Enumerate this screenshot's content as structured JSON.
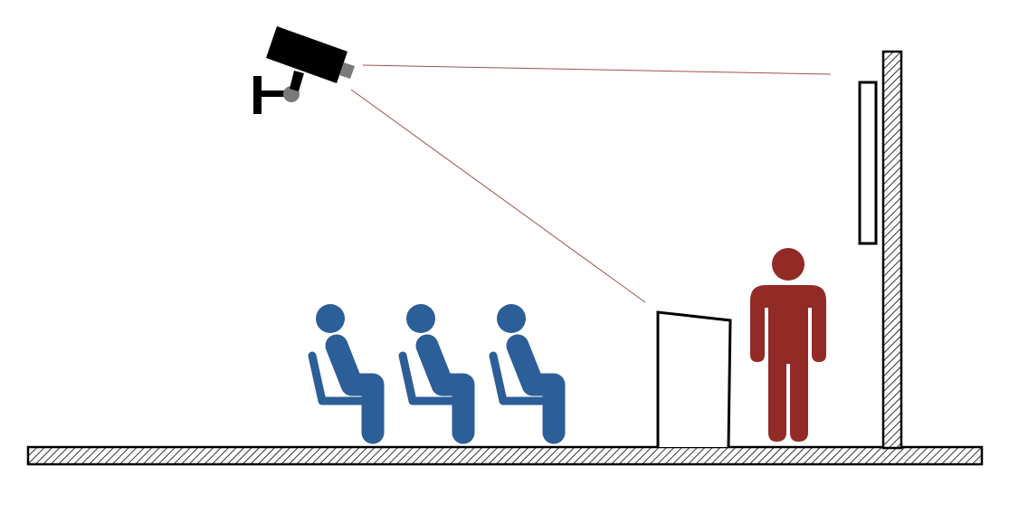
{
  "scene": {
    "background": "#ffffff",
    "line_color": "#000000",
    "sight_line_color": "#a0524e",
    "audience_color": "#2c5e98",
    "speaker_color": "#922a26",
    "camera_color": "#000000",
    "camera_accent": "#7a7a7a",
    "hatch_color": "#000000"
  },
  "elements": {
    "camera": "security-camera-icon",
    "audience": [
      "seated-person-icon",
      "seated-person-icon",
      "seated-person-icon"
    ],
    "speaker": "standing-person-icon",
    "podium": "podium",
    "screen": "wall-screen",
    "wall": "hatched-wall",
    "floor": "hatched-floor"
  }
}
